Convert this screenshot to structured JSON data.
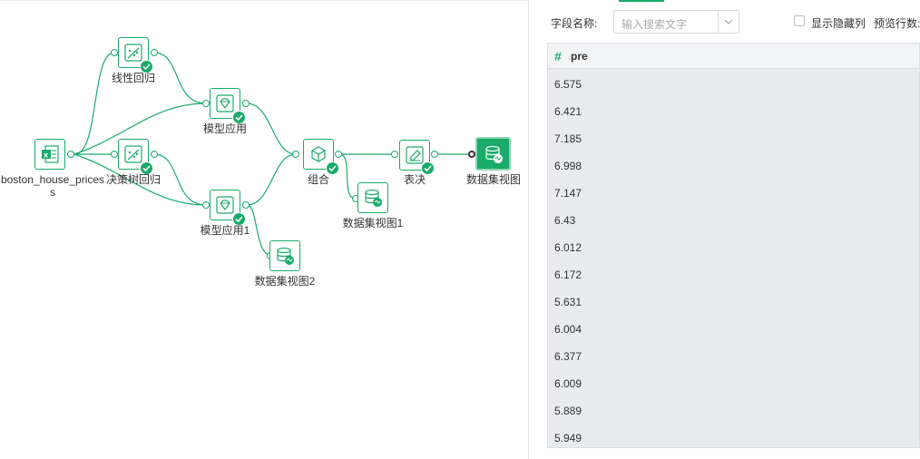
{
  "flow": {
    "nodes": [
      {
        "id": "boston",
        "label": "boston_house_prices",
        "label2": "s",
        "icon": "excel-file-icon"
      },
      {
        "id": "linreg",
        "label": "线性回归",
        "icon": "regression-icon"
      },
      {
        "id": "dtree",
        "label": "决策树回归",
        "icon": "regression-icon"
      },
      {
        "id": "apply1",
        "label": "模型应用",
        "icon": "model-apply-icon"
      },
      {
        "id": "apply2",
        "label": "模型应用1",
        "icon": "model-apply-icon"
      },
      {
        "id": "combine",
        "label": "组合",
        "icon": "combine-icon"
      },
      {
        "id": "view1",
        "label": "数据集视图1",
        "icon": "dataset-view-icon"
      },
      {
        "id": "view2",
        "label": "数据集视图2",
        "icon": "dataset-view-icon"
      },
      {
        "id": "vote",
        "label": "表决",
        "icon": "vote-icon"
      },
      {
        "id": "view",
        "label": "数据集视图",
        "icon": "dataset-view-icon"
      }
    ]
  },
  "panel": {
    "field_label": "字段名称:",
    "search_placeholder": "输入搜索文字",
    "show_hidden_label": "显示隐藏列",
    "preview_rows_label": "预览行数:",
    "column": {
      "type_symbol": "#",
      "name": "pre"
    },
    "rows": [
      "6.575",
      "6.421",
      "7.185",
      "6.998",
      "7.147",
      "6.43",
      "6.012",
      "6.172",
      "5.631",
      "6.004",
      "6.377",
      "6.009",
      "5.889",
      "5.949"
    ]
  },
  "colors": {
    "accent": "#1aab6a",
    "grid_bg": "#e9ebee"
  }
}
